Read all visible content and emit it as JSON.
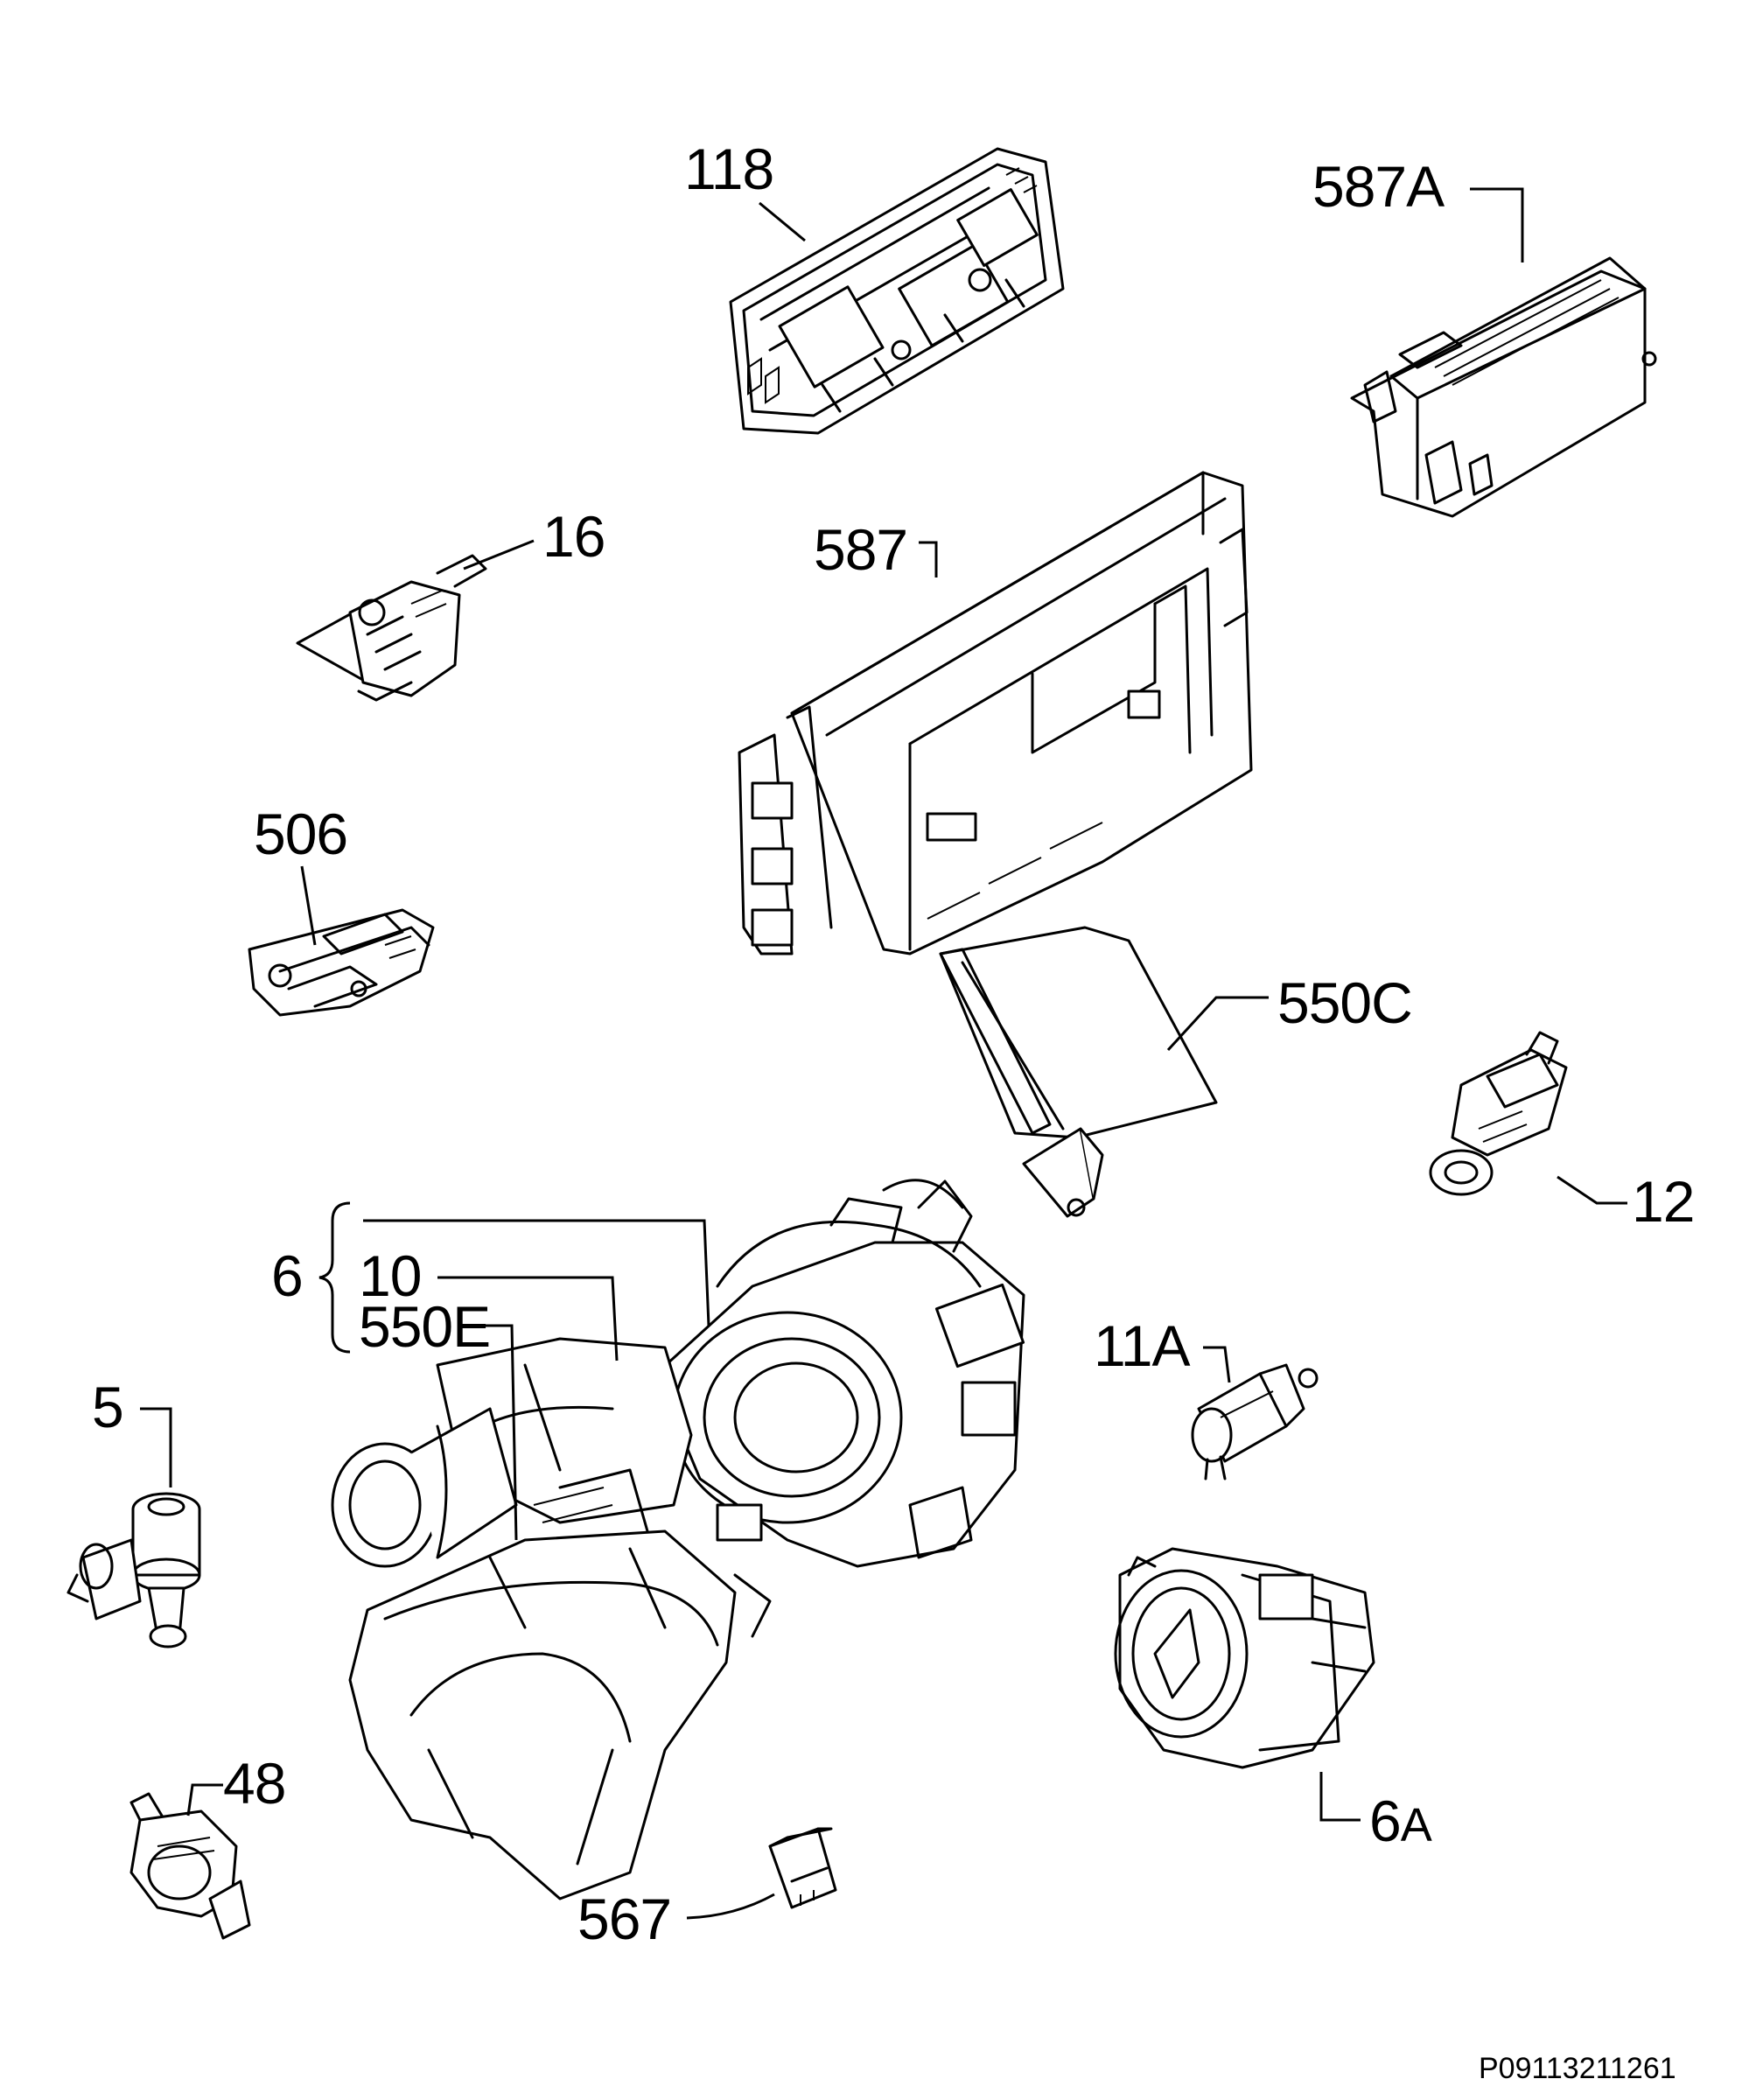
{
  "callouts": {
    "p118": "118",
    "p587A": "587A",
    "p16": "16",
    "p587": "587",
    "p506": "506",
    "p550C": "550C",
    "p12": "12",
    "p6": "6",
    "p10": "10",
    "p550E": "550E",
    "p11A_main": "11",
    "p11A_sub": "A",
    "p5": "5",
    "p48": "48",
    "p567": "567",
    "p6A_main": "6",
    "p6A_sub": "A"
  },
  "drawing_code": "P09113211261"
}
